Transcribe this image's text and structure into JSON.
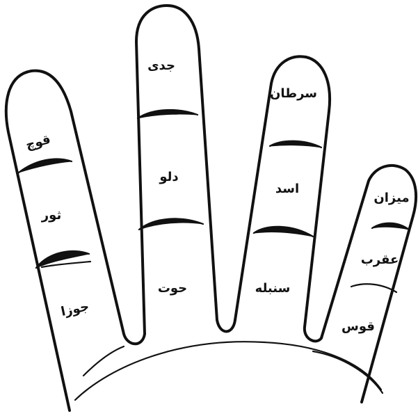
{
  "fingers": [
    {
      "name": "index",
      "phalanges": [
        "قوچ",
        "ثور",
        "جوزا"
      ]
    },
    {
      "name": "middle",
      "phalanges": [
        "جدی",
        "دلو",
        "حوت"
      ]
    },
    {
      "name": "ring",
      "phalanges": [
        "سرطان",
        "اسد",
        "سنبله"
      ]
    },
    {
      "name": "little",
      "phalanges": [
        "میزان",
        "عقرب",
        "قوس"
      ]
    }
  ]
}
